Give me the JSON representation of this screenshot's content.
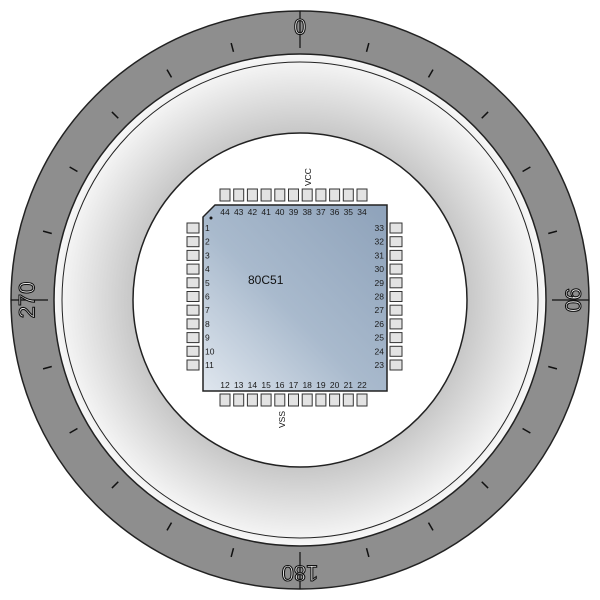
{
  "dial": {
    "labels": [
      {
        "text": "0",
        "angle": 0
      },
      {
        "text": "90",
        "angle": 90
      },
      {
        "text": "180",
        "angle": 180
      },
      {
        "text": "270",
        "angle": 270
      }
    ],
    "tick_step_degrees": 15
  },
  "chip": {
    "name": "80C51",
    "supply_label": "VCC",
    "ground_label": "VSS",
    "pins_left": [
      "1",
      "2",
      "3",
      "4",
      "5",
      "6",
      "7",
      "8",
      "9",
      "10",
      "11"
    ],
    "pins_bottom": [
      "12",
      "13",
      "14",
      "15",
      "16",
      "17",
      "18",
      "19",
      "20",
      "21",
      "22"
    ],
    "pins_right": [
      "33",
      "32",
      "31",
      "30",
      "29",
      "28",
      "27",
      "26",
      "25",
      "24",
      "23"
    ],
    "pins_top": [
      "44",
      "43",
      "42",
      "41",
      "40",
      "39",
      "38",
      "37",
      "36",
      "35",
      "34"
    ]
  },
  "colors": {
    "bezel": "#8c8c8c",
    "ring": "#d8d8d8",
    "chip_body": "#a8b9cc",
    "pin_pad": "#e3e3e3"
  }
}
